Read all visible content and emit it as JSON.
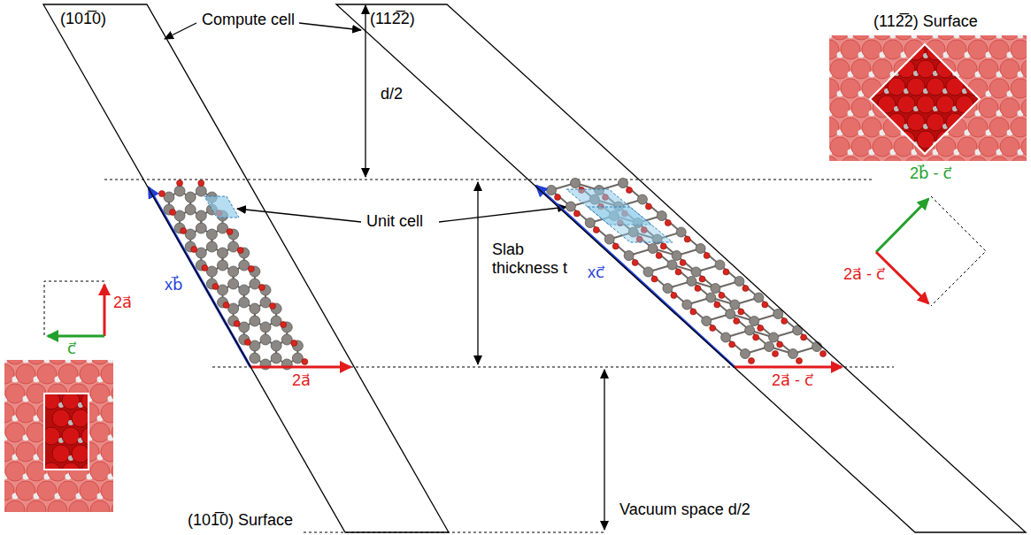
{
  "diagram": {
    "nodes": [
      {
        "text": [
          "(101̅0)"
        ]
      },
      {
        "text": [
          "(112̅2)"
        ]
      }
    ],
    "labels": [
      "Compute cell",
      "d/2",
      "(112̅2) Surface",
      "Unit cell",
      "2b⃗ - c⃗",
      "xb⃗",
      "xc⃗",
      "Slab thickness t",
      "2a⃗ - c⃗",
      "2a⃗",
      "c⃗",
      "2a⃗",
      "2a⃗ - c⃗",
      "Vacuum space d/2",
      "(101̅0) Surface"
    ]
  }
}
